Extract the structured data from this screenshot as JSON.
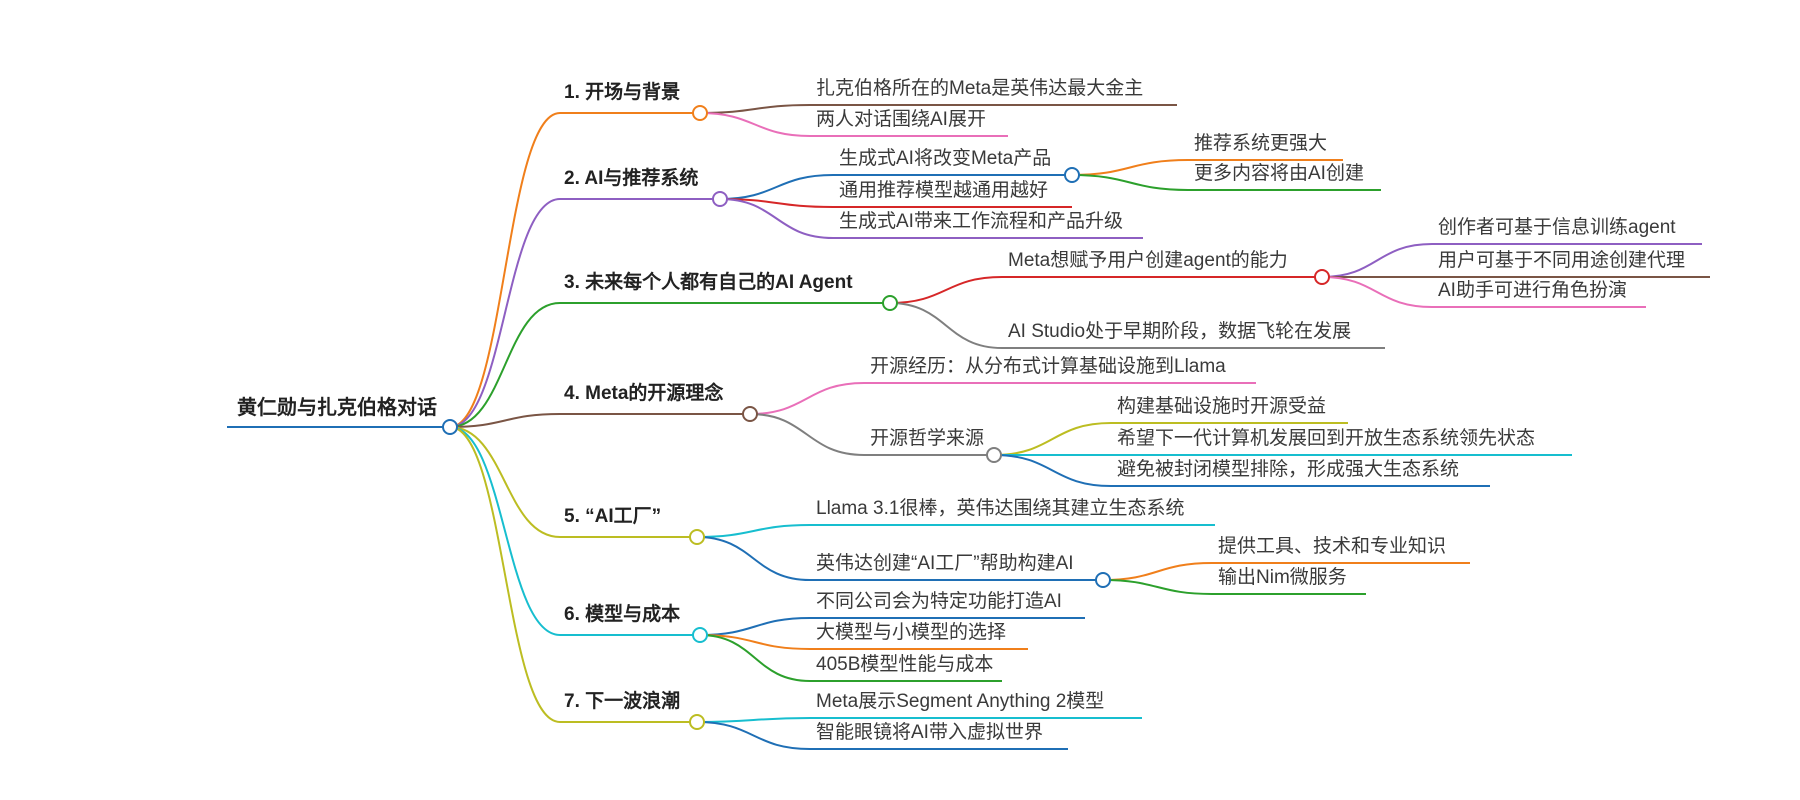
{
  "root": {
    "label": "黄仁勋与扎克伯格对话",
    "color": "#1f6fb5"
  },
  "branches": [
    {
      "label": "1. 开场与背景",
      "color": "#f07f1b",
      "children": [
        {
          "label": "扎克伯格所在的Meta是英伟达最大金主",
          "color": "#7a5545"
        },
        {
          "label": "两人对话围绕AI展开",
          "color": "#e96fb9"
        }
      ]
    },
    {
      "label": "2. AI与推荐系统",
      "color": "#8e5fc2",
      "children": [
        {
          "label": "生成式AI将改变Meta产品",
          "color": "#1f6fb5",
          "children": [
            {
              "label": "推荐系统更强大",
              "color": "#f07f1b"
            },
            {
              "label": "更多内容将由AI创建",
              "color": "#2ca02c"
            }
          ]
        },
        {
          "label": "通用推荐模型越通用越好",
          "color": "#d62728"
        },
        {
          "label": "生成式AI带来工作流程和产品升级",
          "color": "#8e5fc2"
        }
      ]
    },
    {
      "label": "3. 未来每个人都有自己的AI Agent",
      "color": "#2ca02c",
      "children": [
        {
          "label": "Meta想赋予用户创建agent的能力",
          "color": "#d62728",
          "children": [
            {
              "label": "创作者可基于信息训练agent",
              "color": "#8e5fc2"
            },
            {
              "label": "用户可基于不同用途创建代理",
              "color": "#7a5545"
            },
            {
              "label": "AI助手可进行角色扮演",
              "color": "#e96fb9"
            }
          ]
        },
        {
          "label": "AI Studio处于早期阶段，数据飞轮在发展",
          "color": "#7f7f7f"
        }
      ]
    },
    {
      "label": "4. Meta的开源理念",
      "color": "#7a5545",
      "children": [
        {
          "label": "开源经历：从分布式计算基础设施到Llama",
          "color": "#e96fb9"
        },
        {
          "label": "开源哲学来源",
          "color": "#7f7f7f",
          "children": [
            {
              "label": "构建基础设施时开源受益",
              "color": "#bcbd22"
            },
            {
              "label": "希望下一代计算机发展回到开放生态系统领先状态",
              "color": "#17becf"
            },
            {
              "label": "避免被封闭模型排除，形成强大生态系统",
              "color": "#1f6fb5"
            }
          ]
        }
      ]
    },
    {
      "label": "5. “AI工厂”",
      "color": "#bcbd22",
      "children": [
        {
          "label": "Llama 3.1很棒，英伟达围绕其建立生态系统",
          "color": "#17becf"
        },
        {
          "label": "英伟达创建“AI工厂”帮助构建AI",
          "color": "#1f6fb5",
          "children": [
            {
              "label": "提供工具、技术和专业知识",
              "color": "#f07f1b"
            },
            {
              "label": "输出Nim微服务",
              "color": "#2ca02c"
            }
          ]
        }
      ]
    },
    {
      "label": "6. 模型与成本",
      "color": "#17becf",
      "children": [
        {
          "label": "不同公司会为特定功能打造AI",
          "color": "#1f6fb5"
        },
        {
          "label": "大模型与小模型的选择",
          "color": "#f07f1b"
        },
        {
          "label": "405B模型性能与成本",
          "color": "#2ca02c"
        }
      ]
    },
    {
      "label": "7. 下一波浪潮",
      "color": "#bcbd22",
      "children": [
        {
          "label": "Meta展示Segment Anything 2模型",
          "color": "#17becf"
        },
        {
          "label": "智能眼镜将AI带入虚拟世界",
          "color": "#1f6fb5"
        }
      ]
    }
  ]
}
